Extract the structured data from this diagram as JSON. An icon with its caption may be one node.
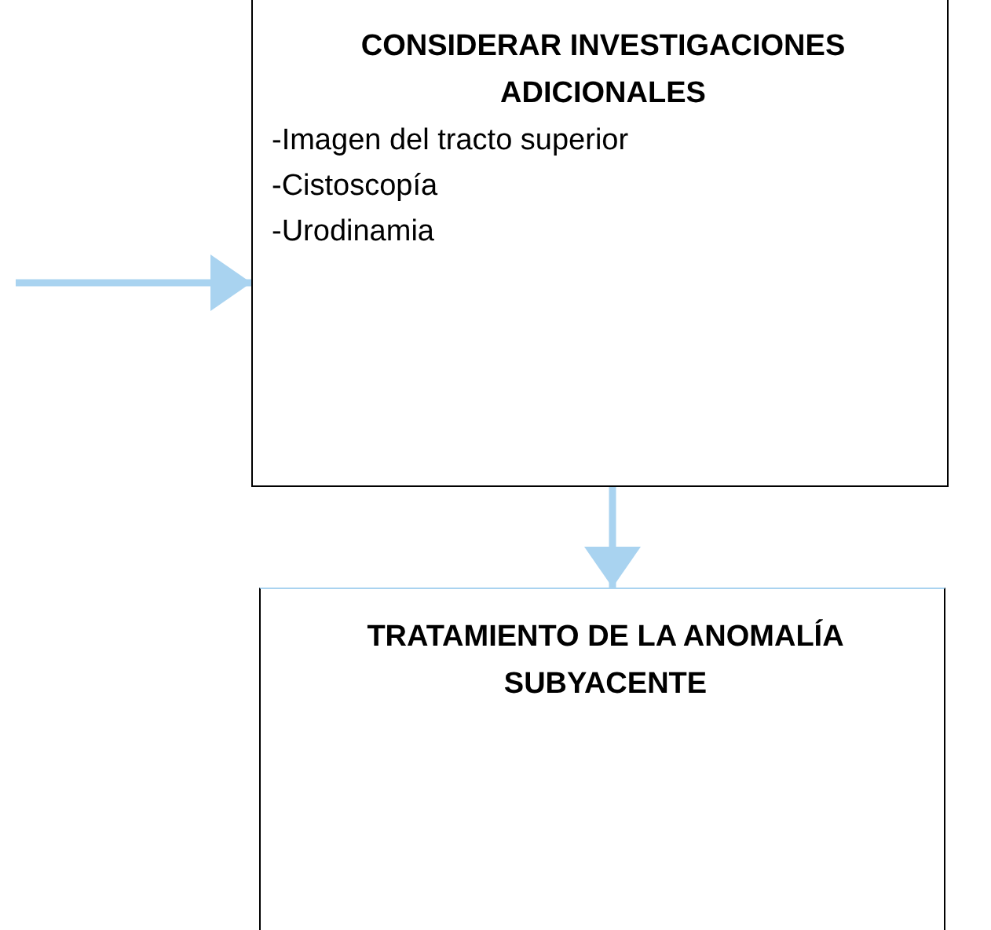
{
  "diagram": {
    "nodes": [
      {
        "text": [
          "CONSIDERAR INVESTIGACIONES ADICIONALES",
          "-Imagen del tracto superior",
          "-Cistoscopía",
          "-Urodinamia"
        ]
      },
      {
        "text": [
          "TRATAMIENTO DE LA ANOMALÍA SUBYACENTE"
        ]
      }
    ],
    "edges": [
      {
        "from": null,
        "to": 0,
        "arrow": "to"
      },
      {
        "from": 0,
        "to": 1,
        "arrow": "to"
      }
    ]
  }
}
